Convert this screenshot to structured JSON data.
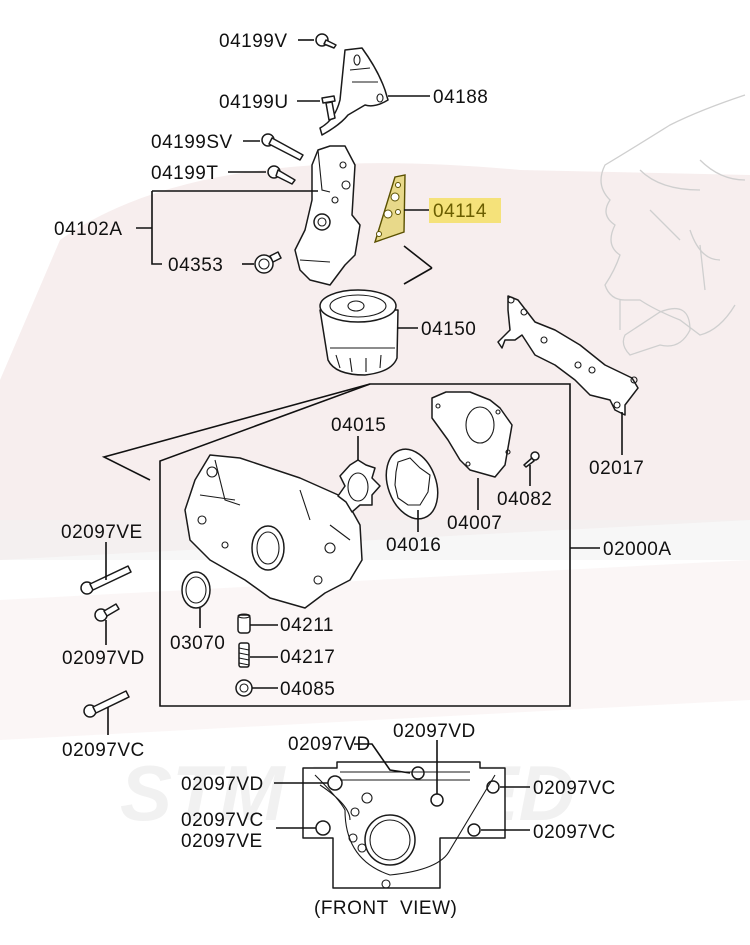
{
  "diagram": {
    "title": "Oil Pump & Oil Filter Bracket",
    "highlight_color": "#f5e27a",
    "watermark_text": "STM TUNED",
    "labels": {
      "p04199V": "04199V",
      "p04199U": "04199U",
      "p04188": "04188",
      "p04199SV": "04199SV",
      "p04199T": "04199T",
      "p04114": "04114",
      "p04102A": "04102A",
      "p04353": "04353",
      "p04150": "04150",
      "p02017": "02017",
      "p04015": "04015",
      "p04082": "04082",
      "p04007": "04007",
      "p04016": "04016",
      "p02000A": "02000A",
      "p02097VE": "02097VE",
      "p02097VD_left": "02097VD",
      "p02097VC_left": "02097VC",
      "p03070": "03070",
      "p04211": "04211",
      "p04217": "04217",
      "p04085": "04085",
      "fv_02097VD_top1": "02097VD",
      "fv_02097VD_top2": "02097VD",
      "fv_02097VD_left": "02097VD",
      "fv_02097VC_right1": "02097VC",
      "fv_02097VC_left": "02097VC",
      "fv_02097VE_left": "02097VE",
      "fv_02097VC_right2": "02097VC",
      "front_view_caption": "(FRONT  VIEW)"
    },
    "highlighted_part": "04114"
  }
}
